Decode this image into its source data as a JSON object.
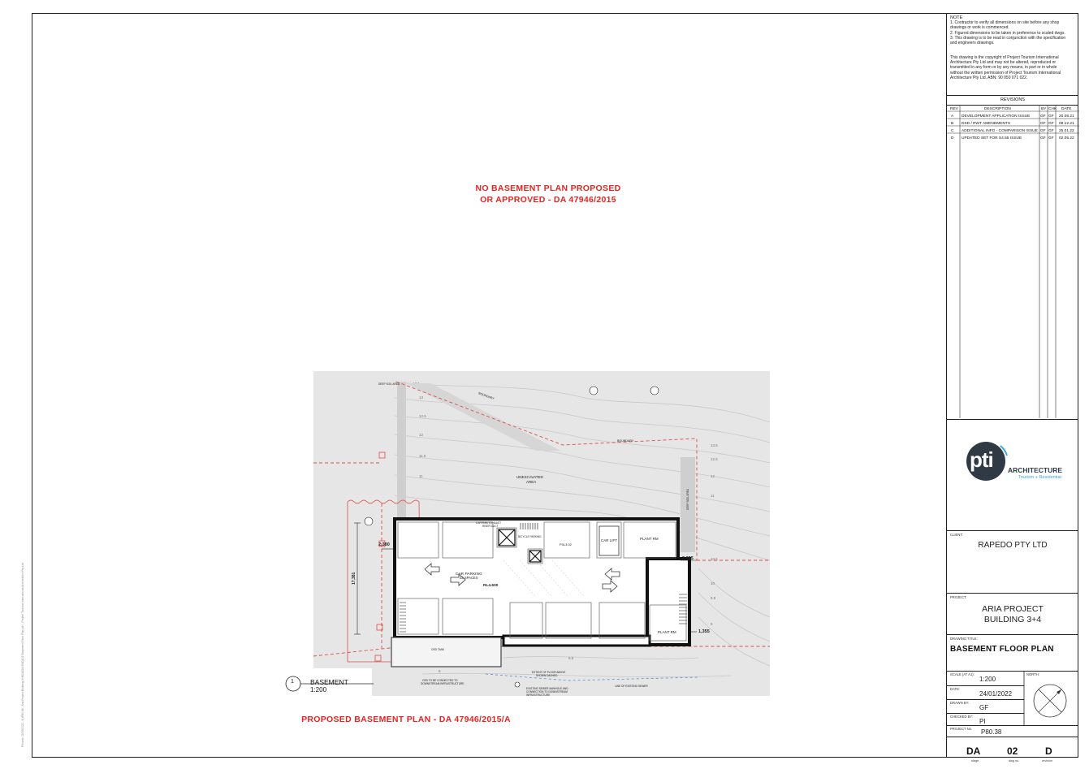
{
  "notes": {
    "heading": "NOTE",
    "items": [
      "1.  Contractor to verify all dimensions on site before any shop",
      "     drawings or work is commenced.",
      "2.  Figured dimensions to be taken in preference to scaled dwgs.",
      "3.  This drawing is to be read in conjunction with the specification",
      "     and engineers drawings."
    ],
    "copyright": [
      "This drawing is the copyright of Project Tourism International",
      "Architecture Pty Ltd and may not be altered, reproduced or",
      "transmitted in any form or by any means, in part or in whole",
      "without the written permission of Project Tourism International",
      "Architecture Pty Ltd.  ABN: 90 050 071 022."
    ]
  },
  "revisions": {
    "title": "REVISIONS",
    "headers": [
      "REV",
      "DESCRIPTION",
      "BY",
      "CHK",
      "DATE"
    ],
    "rows": [
      [
        "A",
        "DEVELOPMENT APPLICATION ISSUE",
        "GF",
        "GF",
        "20.08.21"
      ],
      [
        "B",
        "DSD / RWT AMENDMENTS",
        "GF",
        "GF",
        "09.12.21"
      ],
      [
        "C",
        "ADDITIONAL INFO - COMPARISON ISSUE",
        "GF",
        "GF",
        "25.01.22"
      ],
      [
        "D",
        "UPDATED SET FOR S4.55 ISSUE",
        "GF",
        "GF",
        "02.05.22"
      ]
    ]
  },
  "firm": {
    "logo_text": "pti",
    "name": "ARCHITECTURE",
    "tagline": "Tourism + Residential"
  },
  "client": {
    "label": "CLIENT:",
    "value": "RAPEDO PTY LTD"
  },
  "project": {
    "label": "PROJECT:",
    "line1": "ARIA PROJECT",
    "line2": "BUILDING 3+4"
  },
  "drawing_title": {
    "label": "DRAWING TITLE:",
    "value": "BASEMENT FLOOR PLAN"
  },
  "scale": {
    "label": "SCALE (AT A1):",
    "value": "1:200"
  },
  "north_label": "NORTH:",
  "date": {
    "label": "DATE:",
    "value": "24/01/2022"
  },
  "drawn_by": {
    "label": "DRAWN BY:",
    "value": "GF"
  },
  "checked_by": {
    "label": "CHECKED BY:",
    "value": "PI"
  },
  "project_no": {
    "label": "PROJECT No.",
    "value": "P80.38"
  },
  "codes": {
    "stage": "DA",
    "stage_label": "stage",
    "dwg": "02",
    "dwg_label": "dwg no.",
    "rev": "D",
    "rev_label": "revision"
  },
  "red_notes": {
    "top_line1": "NO BASEMENT PLAN PROPOSED",
    "top_line2": "OR APPROVED - DA 47946/2015",
    "bottom": "PROPOSED BASEMENT PLAN - DA 47946/2015/A"
  },
  "plan_tag": {
    "number": "1",
    "title": "BASEMENT",
    "scale": "1:200"
  },
  "plan": {
    "car_parking": "CAR PARKING",
    "spaces": "22 SPACES",
    "level": "RL4.600",
    "car_lift": "CAR LIFT",
    "plant_rm_top": "PLANT RM",
    "plant_rm_bottom": "PLANT RM",
    "unexcavated1": "UNEXCAVATED",
    "unexcavated2": "AREA",
    "boundary1": "BOUNDARY",
    "boundary2": "BOUNDARY",
    "dim_left": "2,380",
    "dim_right_top": "2,655",
    "dim_right_bottom": "1,355",
    "dim_vertical": "17,381",
    "bicycle": "BICYCLE PARKING",
    "space_label": "P3L3.02",
    "deep_soil_top": "DEEP SOIL AREA",
    "deep_soil_right": "DEEP SOIL AREA",
    "exhaust1": "CARPARK EXHAUST",
    "exhaust2": "RISER DUCT",
    "sewer": "LINE OF EXISTING SEWER",
    "floor_above1": "EXTENT OF FLOOR ABOVE",
    "floor_above2": "SHOWN DASHED",
    "manhole1": "EXISTING SEWER MANHOLE AND",
    "manhole2": "CONNECTION TO DOWNSTREAM",
    "manhole3": "INFRASTRUCTURE",
    "osd1": "OSD TO BE CONNECTED TO",
    "osd2": "DOWNSTREAM INFRASTRUCTURE",
    "osd_tank": "OSD TANK",
    "contours": [
      "13.5",
      "13",
      "12.5",
      "12",
      "11.5",
      "11",
      "10.5",
      "10",
      "9.5",
      "9",
      "8.5",
      "8"
    ]
  },
  "side_note": "Printed: 02/05/2022 - K:\\P80.38 - Aria Project Building 3+4\\DA\\S4.55\\DA02 Basement Floor Plan.pln - Project Tourism International Architecture Pty Ltd"
}
